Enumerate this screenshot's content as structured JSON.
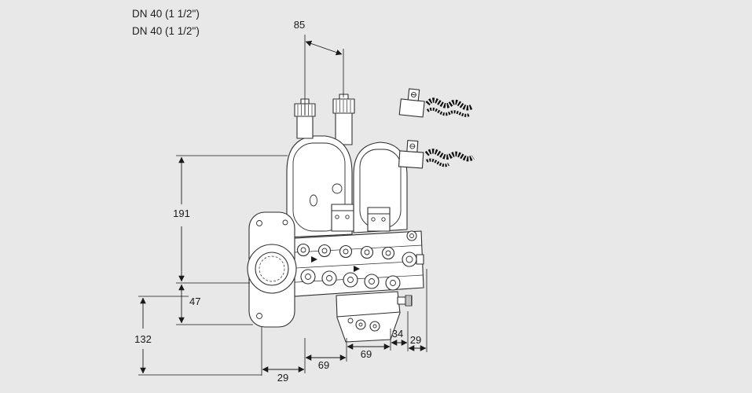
{
  "appearance": {
    "background": "#e8e8e8",
    "ink": "#1a1a1a",
    "drawing_line": "#2e2e2e"
  },
  "labels": {
    "dn_line1": "DN 40 (1 1/2\")",
    "dn_line2": "DN 40 (1 1/2\")"
  },
  "dimensions": {
    "span_caps": "85",
    "height_body": "191",
    "height_axis": "47",
    "height_lower": "132",
    "width_flange": "29",
    "width_valve1": "69",
    "width_valve2": "69",
    "width_tap": "34",
    "width_right": "29"
  }
}
